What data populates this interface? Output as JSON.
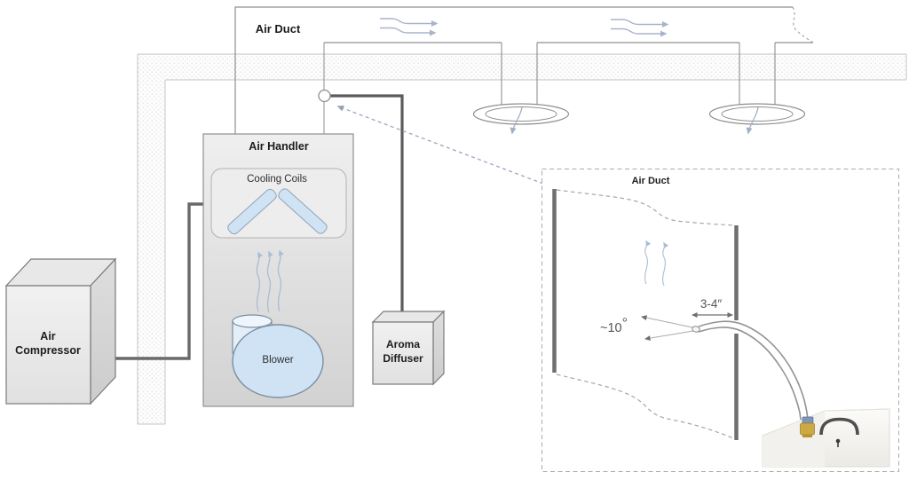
{
  "main": {
    "air_duct_label": "Air Duct",
    "air_handler_title": "Air Handler",
    "cooling_coils_label": "Cooling Coils",
    "blower_label": "Blower",
    "air_compressor_line1": "Air",
    "air_compressor_line2": "Compressor",
    "aroma_diffuser_line1": "Aroma",
    "aroma_diffuser_line2": "Diffuser"
  },
  "inset": {
    "air_duct_label": "Air Duct",
    "insertion_depth_label": "3-4″",
    "injection_angle_value": "~10",
    "injection_angle_degree": "°"
  },
  "colors": {
    "component_fill_blue": "#cfe3f4",
    "line_gray": "#8f8f8f",
    "pipe_dark_gray": "#5c5c5c",
    "airflow_arrow_blue": "#a9b4cb",
    "annotation_gray": "#565656",
    "brass_fitting": "#cda943"
  },
  "icons": {
    "duct_airflow": "right-flow-arrows-icon",
    "diffuser_outflow": "down-flow-arrow-icon",
    "blower_updraft": "up-flow-arrows-icon",
    "insertion_depth": "double-headed-arrow-icon",
    "inset_leader": "dashed-leader-arrow-icon"
  }
}
